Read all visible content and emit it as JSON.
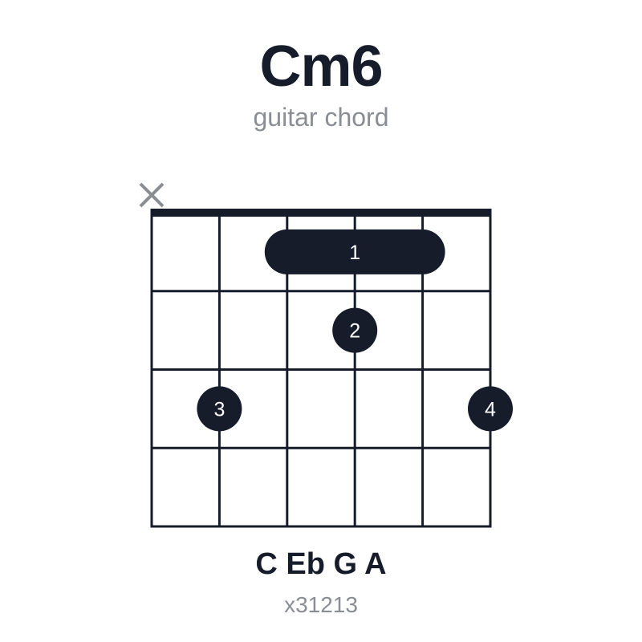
{
  "chord": {
    "name": "Cm6",
    "subtitle": "guitar chord",
    "notes": "C Eb G A",
    "fingering": "x31213"
  },
  "diagram": {
    "strings": 6,
    "frets_shown": 4,
    "string_markers": [
      "x",
      null,
      null,
      null,
      null,
      null
    ],
    "barre": {
      "fret": 1,
      "from_string": 3,
      "to_string": 5,
      "finger": "1"
    },
    "dots": [
      {
        "string": 4,
        "fret": 2,
        "finger": "2"
      },
      {
        "string": 2,
        "fret": 3,
        "finger": "3"
      },
      {
        "string": 6,
        "fret": 3,
        "finger": "4"
      }
    ]
  },
  "colors": {
    "ink": "#171c2b",
    "muted": "#8a8d93",
    "finger_text": "#ffffff"
  }
}
